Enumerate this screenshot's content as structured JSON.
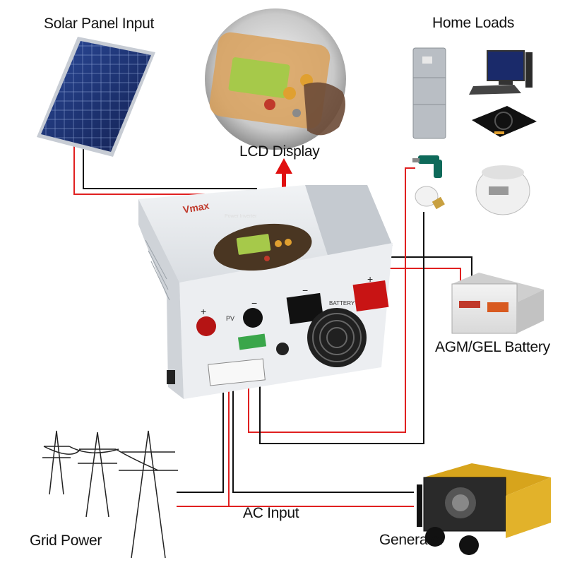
{
  "labels": {
    "solar_panel_input": "Solar  Panel Input",
    "home_loads": "Home Loads",
    "lcd_display": "LCD Display",
    "agm_gel_battery": "AGM/GEL Battery",
    "ac_input": "AC Input",
    "grid_power": "Grid Power",
    "generator": "Generator"
  },
  "device_marks": {
    "pv": "PV",
    "battery": "BATTERY",
    "plus": "+",
    "minus": "−",
    "lcd_title": "Power Inverter"
  },
  "colors": {
    "wire_red": "#e02020",
    "wire_black": "#111111",
    "arrow_red": "#e01010",
    "inverter_body": "#e9ecef",
    "lcd_green": "#a6c94a",
    "solar_blue": "#1e3470"
  }
}
